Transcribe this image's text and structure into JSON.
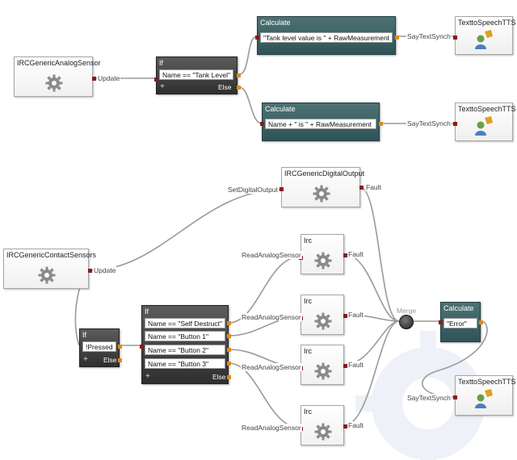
{
  "analog": {
    "sensor_title": "IRCGenericAnalogSensor",
    "update_label": "Update",
    "if_title": "If",
    "if_cond": "Name == \"Tank Level\"",
    "if_plus": "+",
    "if_else": "Else",
    "calc1_title": "Calculate",
    "calc1_expr": "\"Tank level value is \" + RawMeasurement",
    "calc2_title": "Calculate",
    "calc2_expr": "Name + \" is \" + RawMeasurement",
    "say1": "SayTextSynch",
    "say2": "SayTextSynch",
    "tts1_title": "TexttoSpeechTTS",
    "tts2_title": "TexttoSpeechTTS"
  },
  "contact": {
    "sensor_title": "IRCGenericContactSensors",
    "update_label": "Update",
    "setdigital_label": "SetDigitalOutput",
    "digital_title": "IRCGenericDigitalOutput",
    "digital_fault": "Fault",
    "if_small_title": "If",
    "if_small_cond": "!Pressed",
    "if_small_plus": "+",
    "if_small_else": "Else",
    "if_big_title": "If",
    "if_big_conds": [
      "Name == \"Self Destruct\"",
      "Name == \"Button 1\"",
      "Name == \"Button 2\"",
      "Name == \"Button 3\""
    ],
    "if_big_plus": "+",
    "if_big_else": "Else",
    "read_labels": [
      "ReadAnalogSensor",
      "ReadAnalogSensor",
      "ReadAnalogSensor",
      "ReadAnalogSensor"
    ],
    "irc_titles": [
      "Irc",
      "Irc",
      "Irc",
      "Irc"
    ],
    "irc_faults": [
      "Fault",
      "Fault",
      "Fault",
      "Fault"
    ],
    "merge_label": "Merge",
    "calc_title": "Calculate",
    "calc_expr": "\"Error\"",
    "say_label": "SayTextSynch",
    "tts_title": "TexttoSpeechTTS"
  },
  "icons": {
    "service": "gear-icon",
    "tts": "speaker-person-icon",
    "merge": "merge-node-icon"
  },
  "colors": {
    "input_pin": "#8b1a1a",
    "output_pin": "#e08a1a",
    "calculate_header": "#3d6366",
    "if_header": "#3a3a3a",
    "wire": "#9a9a9a"
  }
}
